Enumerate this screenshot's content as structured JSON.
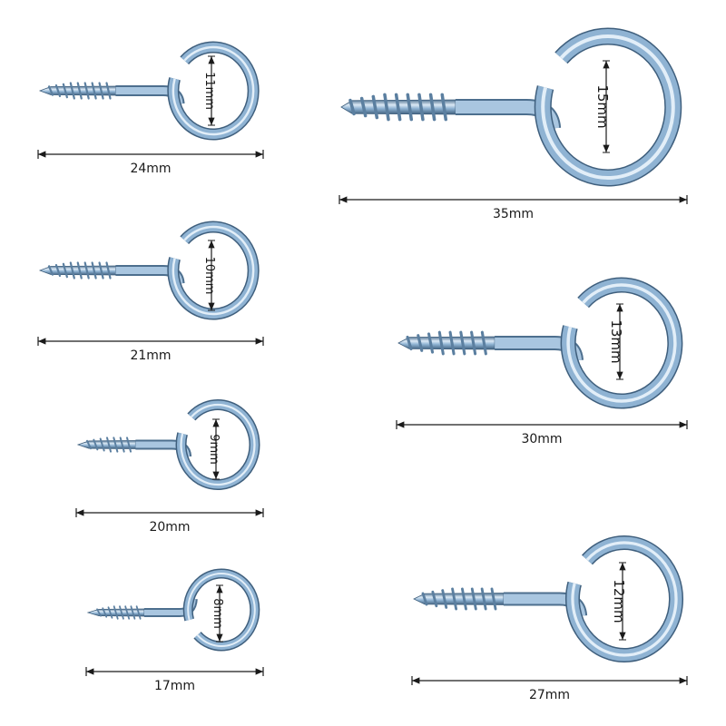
{
  "title": "Screw eye hook size chart",
  "metal_color": "#7fa6c8",
  "metal_dark": "#4d6f8e",
  "metal_light": "#dbe9f5",
  "dimension_line_color": "#1a1a1a",
  "items": [
    {
      "id": "24mm",
      "length_label": "24mm",
      "eye_label": "11mm"
    },
    {
      "id": "21mm",
      "length_label": "21mm",
      "eye_label": "10mm"
    },
    {
      "id": "20mm",
      "length_label": "20mm",
      "eye_label": "9mm"
    },
    {
      "id": "17mm",
      "length_label": "17mm",
      "eye_label": "8mm"
    },
    {
      "id": "35mm",
      "length_label": "35mm",
      "eye_label": "15mm"
    },
    {
      "id": "30mm",
      "length_label": "30mm",
      "eye_label": "13mm"
    },
    {
      "id": "27mm",
      "length_label": "27mm",
      "eye_label": "12mm"
    }
  ]
}
